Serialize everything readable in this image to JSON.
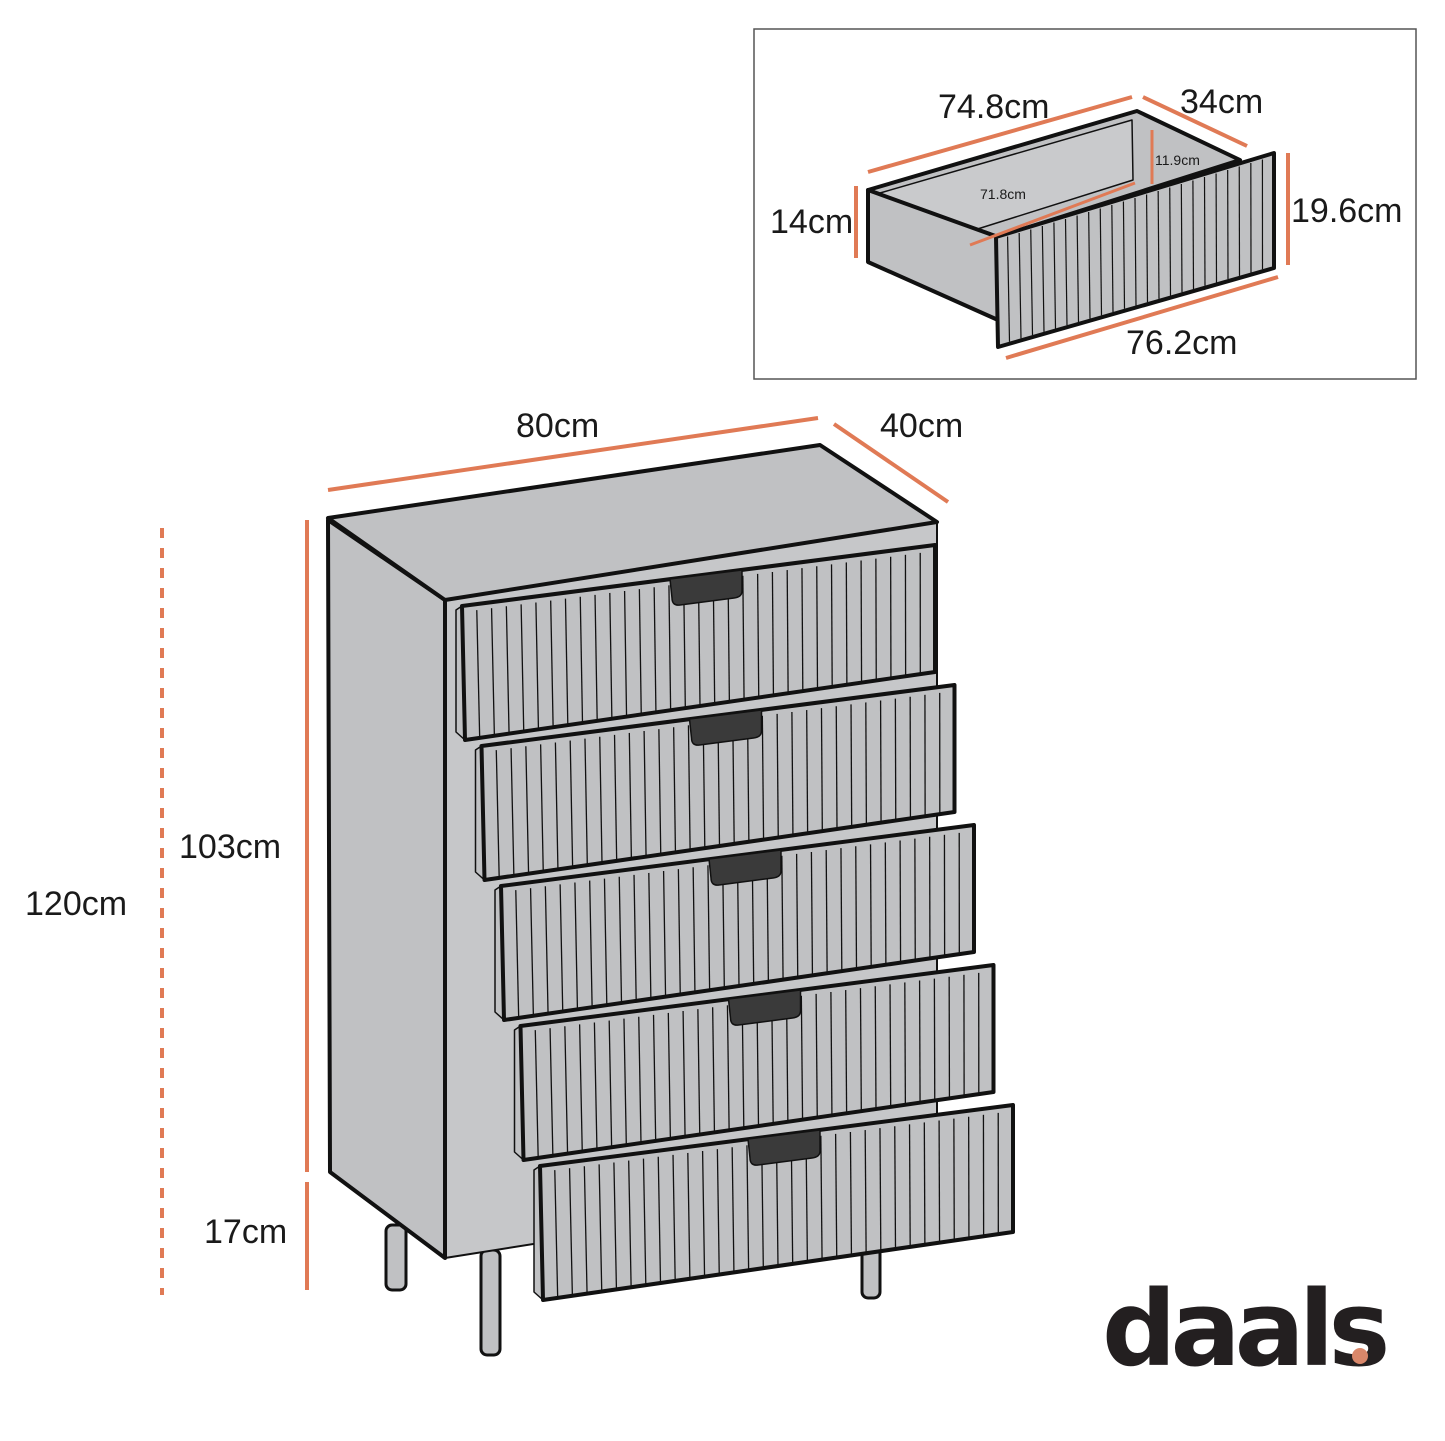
{
  "colors": {
    "dimension_line": "#e07a55",
    "panel_fill": "#c0c1c3",
    "outline": "#111111",
    "logo": "#231f20",
    "logo_dot": "#d9876a"
  },
  "inset": {
    "labels": {
      "length_outer": "74.8cm",
      "depth": "34cm",
      "inner_height": "11.9cm",
      "inner_length": "71.8cm",
      "side_height": "14cm",
      "front_height": "19.6cm",
      "front_width": "76.2cm"
    }
  },
  "main": {
    "labels": {
      "width": "80cm",
      "depth": "40cm",
      "total_height": "120cm",
      "body_height": "103cm",
      "leg_height": "17cm"
    },
    "drawer_count": 5
  },
  "logo": {
    "text": "daals",
    "dot": "."
  }
}
